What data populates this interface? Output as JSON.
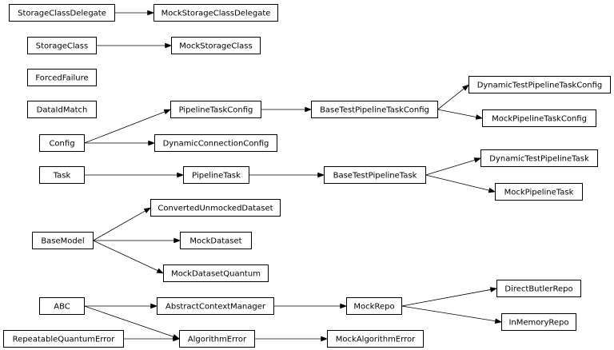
{
  "nodes": {
    "storage_class_delegate": "StorageClassDelegate",
    "mock_storage_class_delegate": "MockStorageClassDelegate",
    "storage_class": "StorageClass",
    "mock_storage_class": "MockStorageClass",
    "forced_failure": "ForcedFailure",
    "data_id_match": "DataIdMatch",
    "pipeline_task_config": "PipelineTaskConfig",
    "base_test_pipeline_task_config": "BaseTestPipelineTaskConfig",
    "dynamic_test_pipeline_task_config": "DynamicTestPipelineTaskConfig",
    "mock_pipeline_task_config": "MockPipelineTaskConfig",
    "config": "Config",
    "dynamic_connection_config": "DynamicConnectionConfig",
    "task": "Task",
    "pipeline_task": "PipelineTask",
    "base_test_pipeline_task": "BaseTestPipelineTask",
    "dynamic_test_pipeline_task": "DynamicTestPipelineTask",
    "mock_pipeline_task": "MockPipelineTask",
    "converted_unmocked_dataset": "ConvertedUnmockedDataset",
    "base_model": "BaseModel",
    "mock_dataset": "MockDataset",
    "mock_dataset_quantum": "MockDatasetQuantum",
    "abc": "ABC",
    "abstract_context_manager": "AbstractContextManager",
    "mock_repo": "MockRepo",
    "direct_butler_repo": "DirectButlerRepo",
    "in_memory_repo": "InMemoryRepo",
    "repeatable_quantum_error": "RepeatableQuantumError",
    "algorithm_error": "AlgorithmError",
    "mock_algorithm_error": "MockAlgorithmError"
  },
  "edges": [
    [
      "storage_class_delegate",
      "mock_storage_class_delegate"
    ],
    [
      "storage_class",
      "mock_storage_class"
    ],
    [
      "pipeline_task_config",
      "base_test_pipeline_task_config"
    ],
    [
      "base_test_pipeline_task_config",
      "dynamic_test_pipeline_task_config"
    ],
    [
      "base_test_pipeline_task_config",
      "mock_pipeline_task_config"
    ],
    [
      "config",
      "pipeline_task_config"
    ],
    [
      "config",
      "dynamic_connection_config"
    ],
    [
      "task",
      "pipeline_task"
    ],
    [
      "pipeline_task",
      "base_test_pipeline_task"
    ],
    [
      "base_test_pipeline_task",
      "dynamic_test_pipeline_task"
    ],
    [
      "base_test_pipeline_task",
      "mock_pipeline_task"
    ],
    [
      "base_model",
      "converted_unmocked_dataset"
    ],
    [
      "base_model",
      "mock_dataset"
    ],
    [
      "base_model",
      "mock_dataset_quantum"
    ],
    [
      "abc",
      "abstract_context_manager"
    ],
    [
      "abc",
      "algorithm_error"
    ],
    [
      "abstract_context_manager",
      "mock_repo"
    ],
    [
      "mock_repo",
      "direct_butler_repo"
    ],
    [
      "mock_repo",
      "in_memory_repo"
    ],
    [
      "repeatable_quantum_error",
      "algorithm_error"
    ],
    [
      "algorithm_error",
      "mock_algorithm_error"
    ]
  ]
}
